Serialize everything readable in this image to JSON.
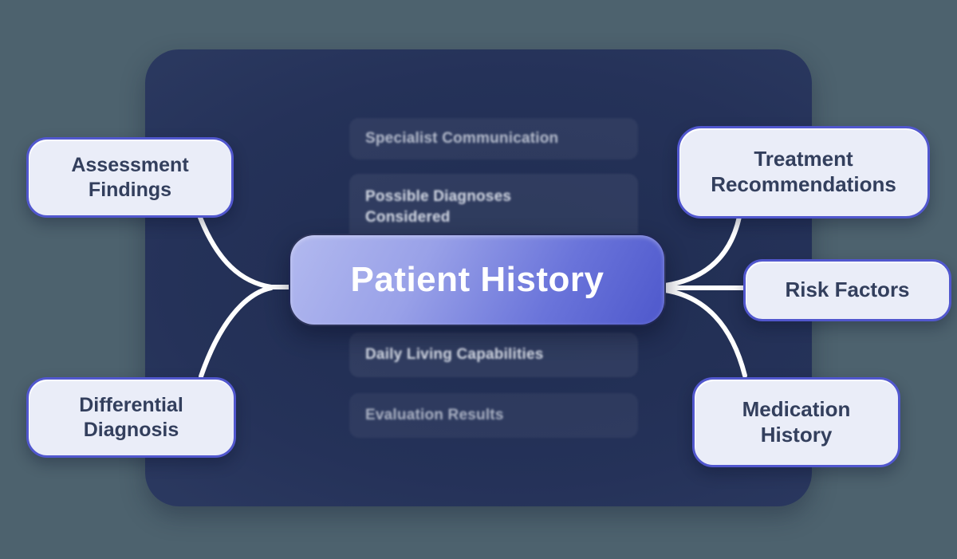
{
  "page": {
    "type": "mind-map"
  },
  "center_node": {
    "label": "Patient History"
  },
  "left_nodes": [
    {
      "label": "Assessment Findings"
    },
    {
      "label": "Differential Diagnosis"
    }
  ],
  "right_nodes": [
    {
      "label": "Treatment Recommendations"
    },
    {
      "label": "Risk Factors"
    },
    {
      "label": "Medication History"
    }
  ],
  "ghost_items": [
    {
      "label": "Specialist Communication"
    },
    {
      "label": "Possible Diagnoses Considered"
    },
    {
      "label": "Daily Living Capabilities"
    },
    {
      "label": "Evaluation Results"
    }
  ],
  "colors": {
    "outer_background": "#4d626e",
    "panel_navy": "#243158",
    "node_fill": "#eaedf8",
    "node_border": "#5157ce",
    "node_text": "#333f5d",
    "center_gradient_start": "#b2b9ef",
    "center_gradient_end": "#4e58cc",
    "connector": "#ffffff",
    "ghost_text": "#dfe4ee"
  }
}
